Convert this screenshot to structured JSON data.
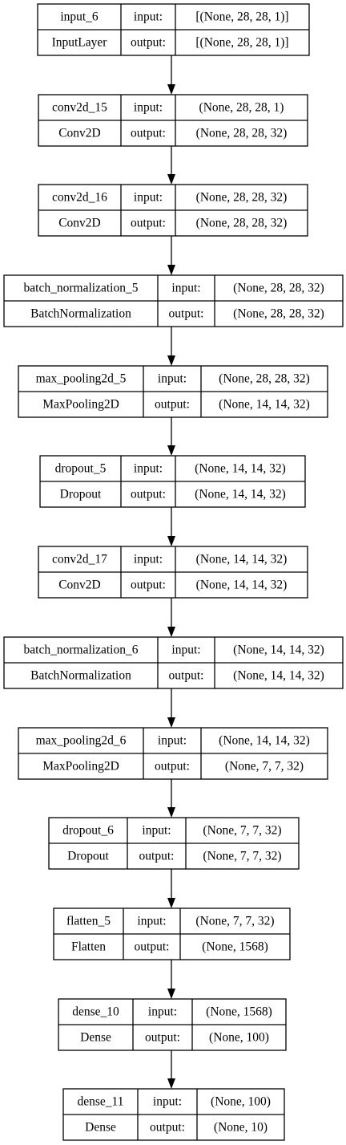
{
  "layers": [
    {
      "name": "input_6",
      "type": "InputLayer",
      "input_label": "input:",
      "output_label": "output:",
      "input_shape": "[(None, 28, 28, 1)]",
      "output_shape": "[(None, 28, 28, 1)]"
    },
    {
      "name": "conv2d_15",
      "type": "Conv2D",
      "input_label": "input:",
      "output_label": "output:",
      "input_shape": "(None, 28, 28, 1)",
      "output_shape": "(None, 28, 28, 32)"
    },
    {
      "name": "conv2d_16",
      "type": "Conv2D",
      "input_label": "input:",
      "output_label": "output:",
      "input_shape": "(None, 28, 28, 32)",
      "output_shape": "(None, 28, 28, 32)"
    },
    {
      "name": "batch_normalization_5",
      "type": "BatchNormalization",
      "input_label": "input:",
      "output_label": "output:",
      "input_shape": "(None, 28, 28, 32)",
      "output_shape": "(None, 28, 28, 32)"
    },
    {
      "name": "max_pooling2d_5",
      "type": "MaxPooling2D",
      "input_label": "input:",
      "output_label": "output:",
      "input_shape": "(None, 28, 28, 32)",
      "output_shape": "(None, 14, 14, 32)"
    },
    {
      "name": "dropout_5",
      "type": "Dropout",
      "input_label": "input:",
      "output_label": "output:",
      "input_shape": "(None, 14, 14, 32)",
      "output_shape": "(None, 14, 14, 32)"
    },
    {
      "name": "conv2d_17",
      "type": "Conv2D",
      "input_label": "input:",
      "output_label": "output:",
      "input_shape": "(None, 14, 14, 32)",
      "output_shape": "(None, 14, 14, 32)"
    },
    {
      "name": "batch_normalization_6",
      "type": "BatchNormalization",
      "input_label": "input:",
      "output_label": "output:",
      "input_shape": "(None, 14, 14, 32)",
      "output_shape": "(None, 14, 14, 32)"
    },
    {
      "name": "max_pooling2d_6",
      "type": "MaxPooling2D",
      "input_label": "input:",
      "output_label": "output:",
      "input_shape": "(None, 14, 14, 32)",
      "output_shape": "(None, 7, 7, 32)"
    },
    {
      "name": "dropout_6",
      "type": "Dropout",
      "input_label": "input:",
      "output_label": "output:",
      "input_shape": "(None, 7, 7, 32)",
      "output_shape": "(None, 7, 7, 32)"
    },
    {
      "name": "flatten_5",
      "type": "Flatten",
      "input_label": "input:",
      "output_label": "output:",
      "input_shape": "(None, 7, 7, 32)",
      "output_shape": "(None, 1568)"
    },
    {
      "name": "dense_10",
      "type": "Dense",
      "input_label": "input:",
      "output_label": "output:",
      "input_shape": "(None, 1568)",
      "output_shape": "(None, 100)"
    },
    {
      "name": "dense_11",
      "type": "Dense",
      "input_label": "input:",
      "output_label": "output:",
      "input_shape": "(None, 100)",
      "output_shape": "(None, 10)"
    }
  ]
}
